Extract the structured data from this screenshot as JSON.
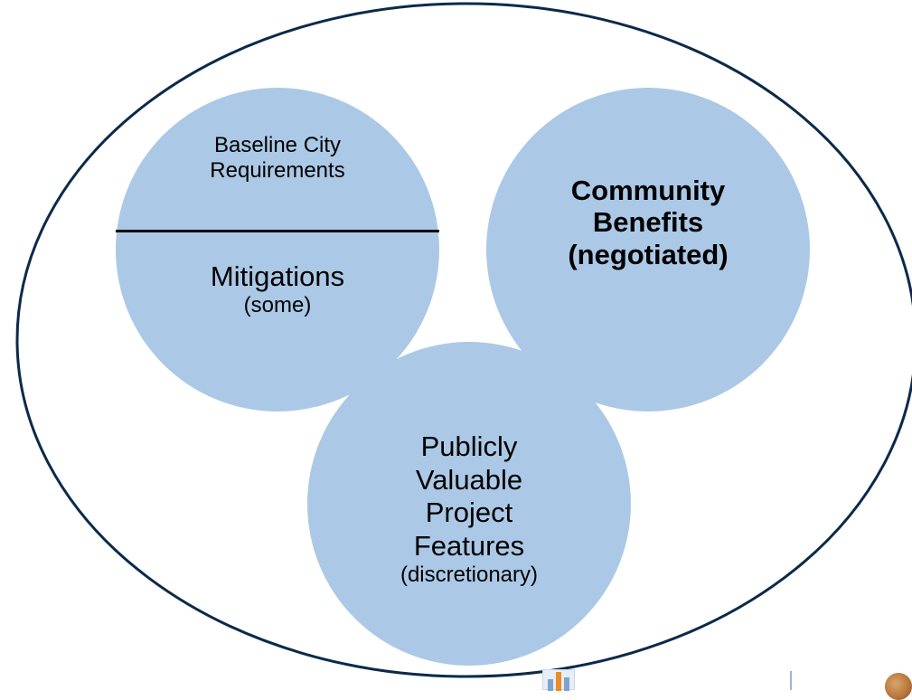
{
  "diagram": {
    "colors": {
      "circle_fill": "#abc9e6",
      "outline": "#0b2a4a",
      "text": "#000000"
    },
    "circle_left": {
      "top_lines": [
        "Baseline City",
        "Requirements"
      ],
      "bottom_main": "Mitigations",
      "bottom_sub": "(some)"
    },
    "circle_right": {
      "lines": [
        "Community",
        "Benefits",
        "(negotiated)"
      ]
    },
    "circle_bottom": {
      "main_lines": [
        "Publicly",
        "Valuable",
        "Project",
        "Features"
      ],
      "sub": "(discretionary)"
    }
  },
  "footer": {
    "logos": [
      "bar-chart-logo-icon",
      "city-seal-icon"
    ]
  }
}
